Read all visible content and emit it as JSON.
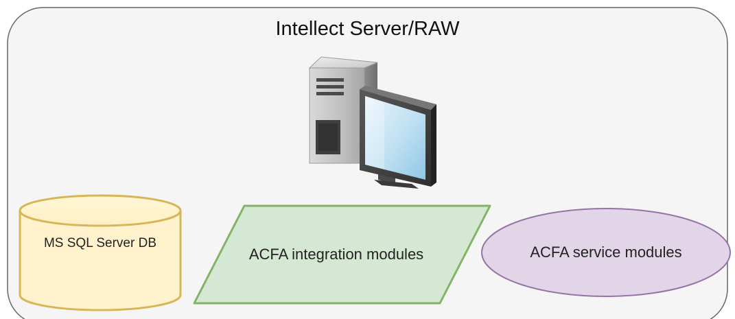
{
  "diagram": {
    "title": "Intellect Server/RAW",
    "nodes": {
      "database": {
        "label": "MS SQL Server DB",
        "shape": "cylinder",
        "fill": "#fff2cc",
        "stroke": "#d6b656"
      },
      "integration": {
        "label": "ACFA integration modules",
        "shape": "parallelogram",
        "fill": "#d5e8d4",
        "stroke": "#82b366"
      },
      "service": {
        "label": "ACFA service modules",
        "shape": "ellipse",
        "fill": "#e1d5e7",
        "stroke": "#9673a6"
      }
    },
    "container": {
      "fill": "#f5f5f5",
      "stroke": "#666666"
    },
    "server_icon": "server-workstation-icon"
  }
}
